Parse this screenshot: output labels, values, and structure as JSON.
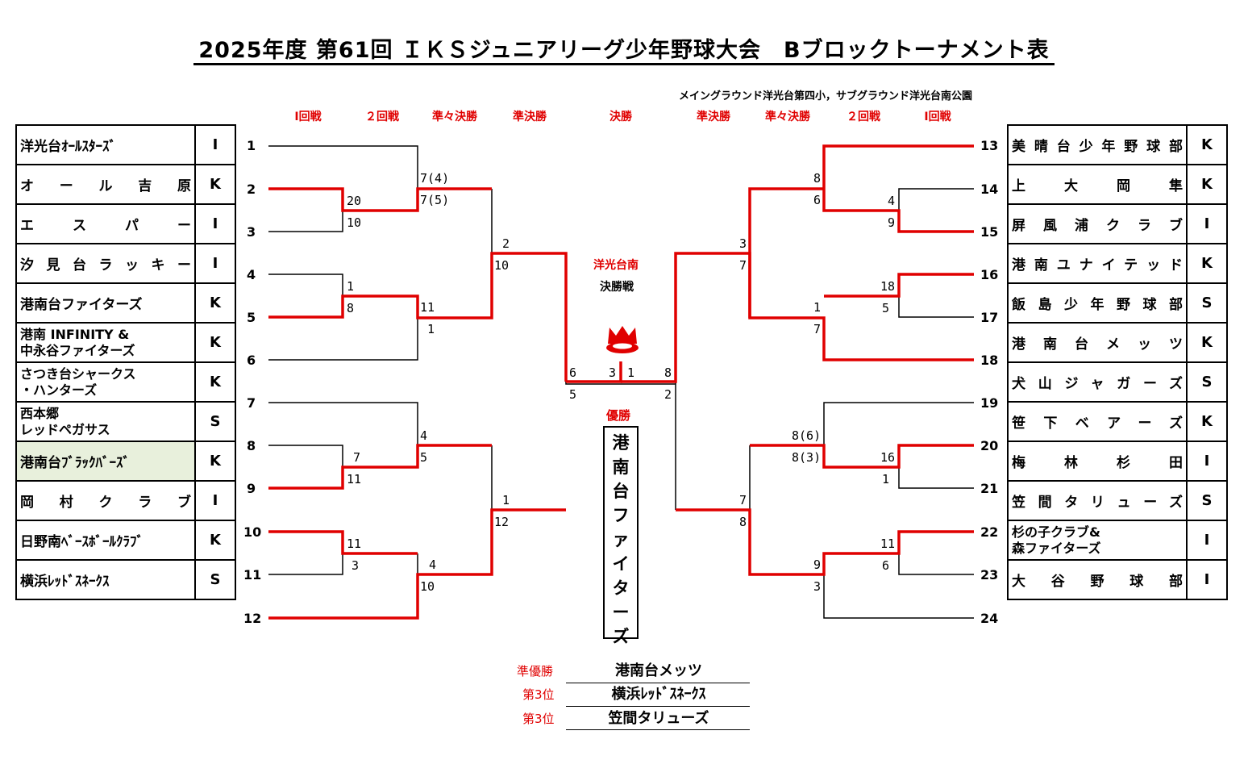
{
  "title": "2025年度 第61回 ＩＫＳジュニアリーグ少年野球大会　Bブロックトーナメント表",
  "venue": "メイングラウンド洋光台第四小，サブグラウンド洋光台南公園",
  "round_headers": {
    "left": [
      "Ⅰ回戦",
      "２回戦",
      "準々決勝",
      "準決勝"
    ],
    "center": "決勝",
    "right": [
      "準決勝",
      "準々決勝",
      "２回戦",
      "Ⅰ回戦"
    ]
  },
  "left_teams": [
    {
      "no": "1",
      "name": "洋光台ｵｰﾙｽﾀｰｽﾞ",
      "group": "I"
    },
    {
      "no": "2",
      "name": "オール吉原",
      "group": "K"
    },
    {
      "no": "3",
      "name": "エスパー",
      "group": "I"
    },
    {
      "no": "4",
      "name": "汐見台ラッキー",
      "group": "I"
    },
    {
      "no": "5",
      "name": "港南台ファイターズ",
      "group": "K"
    },
    {
      "no": "6",
      "name": "港南 INFINITY &\n中永谷ファイターズ",
      "group": "K"
    },
    {
      "no": "7",
      "name": "さつき台シャークス\n・ハンターズ",
      "group": "K"
    },
    {
      "no": "8",
      "name": "西本郷\nレッドペガサス",
      "group": "S"
    },
    {
      "no": "9",
      "name": "港南台ﾌﾞﾗｯｸﾊﾞｰｽﾞ",
      "group": "K"
    },
    {
      "no": "10",
      "name": "岡村クラブ",
      "group": "I"
    },
    {
      "no": "11",
      "name": "日野南ﾍﾞｰｽﾎﾞｰﾙｸﾗﾌﾞ",
      "group": "K"
    },
    {
      "no": "12",
      "name": "横浜ﾚｯﾄﾞｽﾈｰｸｽ",
      "group": "S"
    }
  ],
  "right_teams": [
    {
      "no": "13",
      "name": "美晴台少年野球部",
      "group": "K"
    },
    {
      "no": "14",
      "name": "上大岡隼",
      "group": "K"
    },
    {
      "no": "15",
      "name": "屏風浦クラブ",
      "group": "I"
    },
    {
      "no": "16",
      "name": "港南ユナイテッド",
      "group": "K"
    },
    {
      "no": "17",
      "name": "飯島少年野球部",
      "group": "S"
    },
    {
      "no": "18",
      "name": "港南台メッツ",
      "group": "K"
    },
    {
      "no": "19",
      "name": "犬山ジャガーズ",
      "group": "S"
    },
    {
      "no": "20",
      "name": "笹下ベアーズ",
      "group": "K"
    },
    {
      "no": "21",
      "name": "梅林杉田",
      "group": "I"
    },
    {
      "no": "22",
      "name": "笠間タリューズ",
      "group": "S"
    },
    {
      "no": "23",
      "name": "杉の子クラブ&\n森ファイターズ",
      "group": "I"
    },
    {
      "no": "24",
      "name": "大谷野球部",
      "group": "I"
    }
  ],
  "scores": {
    "l_r2a": [
      "20",
      "10"
    ],
    "l_r2b": [
      "1",
      "8"
    ],
    "l_r2c": [
      "7",
      "11"
    ],
    "l_r2d": [
      "11",
      "3"
    ],
    "l_qfa": [
      "7(4)",
      "7(5)"
    ],
    "l_qfb": [
      "11",
      "1"
    ],
    "l_qfc": [
      "4",
      "5"
    ],
    "l_qfd": [
      "4",
      "10"
    ],
    "l_sfa": [
      "2",
      "10"
    ],
    "l_sfb": [
      "1",
      "12"
    ],
    "l_final": [
      "6",
      "5"
    ],
    "final": [
      "3",
      "1"
    ],
    "r_final": [
      "8",
      "2"
    ],
    "r_sfa": [
      "3",
      "7"
    ],
    "r_sfb": [
      "7",
      "8"
    ],
    "r_qfa": [
      "8",
      "6"
    ],
    "r_qfb": [
      "1",
      "7"
    ],
    "r_qfc": [
      "8(6)",
      "8(3)"
    ],
    "r_qfd": [
      "9",
      "3"
    ],
    "r_r2a": [
      "4",
      "9"
    ],
    "r_r2b": [
      "18",
      "5"
    ],
    "r_r2c": [
      "16",
      "1"
    ],
    "r_r2d": [
      "11",
      "6"
    ]
  },
  "final_label": {
    "venue": "洋光台南",
    "name": "決勝戦"
  },
  "winner": {
    "label": "優勝",
    "name": "港南台ファイターズ"
  },
  "results": [
    {
      "label": "準優勝",
      "team": "港南台メッツ"
    },
    {
      "label": "第3位",
      "team": "横浜ﾚｯﾄﾞｽﾈｰｸｽ"
    },
    {
      "label": "第3位",
      "team": "笠間タリューズ"
    }
  ],
  "colors": {
    "winner_line": "#e00000",
    "loser_line": "#000000",
    "highlight_cell": "#e8f0dc"
  },
  "icons": [
    "crown-icon"
  ]
}
